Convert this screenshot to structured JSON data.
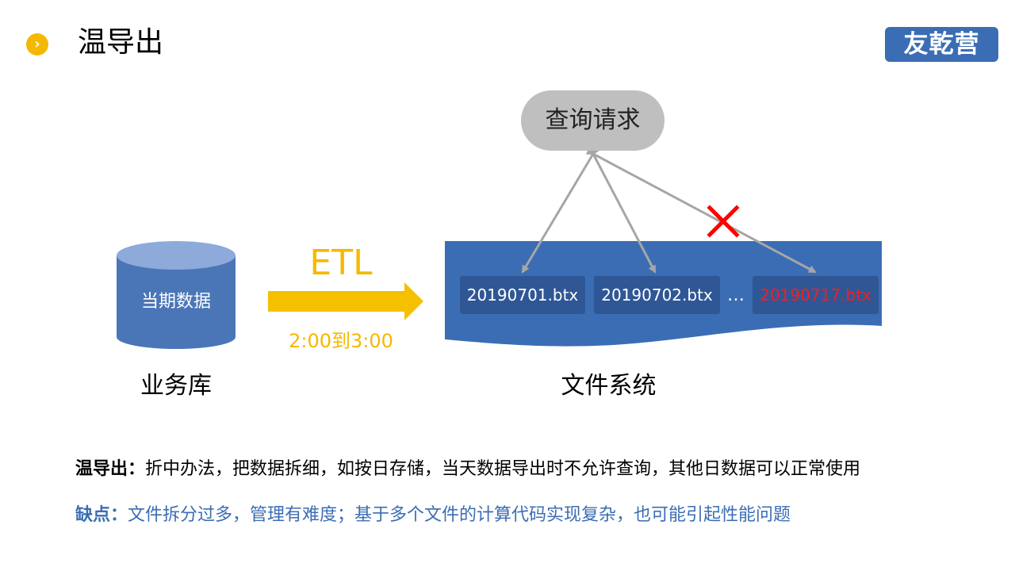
{
  "header": {
    "bullet_glyph": "›",
    "title": "温导出",
    "logo_text": "友乾营",
    "logo_color": "#3b6db4"
  },
  "diagram": {
    "query_label": "查询请求",
    "database": {
      "inner_label": "当期数据",
      "caption": "业务库",
      "color": "#4a76b8"
    },
    "etl": {
      "label": "ETL",
      "time": "2:00到3:00",
      "color": "#f5b800"
    },
    "filesystem": {
      "caption": "文件系统",
      "color": "#3b6db4",
      "files": [
        {
          "name": "20190701.btx",
          "status": "allowed"
        },
        {
          "name": "20190702.btx",
          "status": "allowed"
        },
        {
          "name": "20190717.btx",
          "status": "blocked"
        }
      ],
      "ellipsis": "…",
      "blocked_mark": "✕",
      "blocked_color": "#ff0000"
    }
  },
  "notes": {
    "warm_label": "温导出：",
    "warm_text": "折中办法，把数据拆细，如按日存储，当天数据导出时不允许查询，其他日数据可以正常使用",
    "cons_label": "缺点：",
    "cons_text": "文件拆分过多，管理有难度；基于多个文件的计算代码实现复杂，也可能引起性能问题",
    "cons_color": "#3b6db4"
  }
}
